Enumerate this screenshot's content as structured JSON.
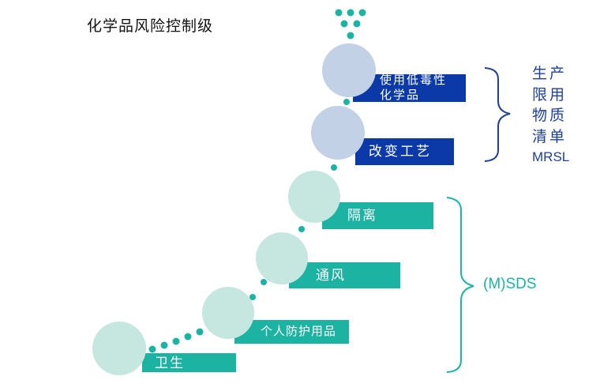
{
  "title": "化学品风险控制级",
  "steps": [
    {
      "label": "卫生"
    },
    {
      "label": "个人防护用品"
    },
    {
      "label": "通风"
    },
    {
      "label": "隔离"
    },
    {
      "label": "改变工艺"
    },
    {
      "label_line1": "使用低毒性",
      "label_line2": "化学品"
    }
  ],
  "mrsl_group": {
    "line1": "生产",
    "line2": "限用",
    "line3": "物质",
    "line4": "清单",
    "line5": "MRSL"
  },
  "msds_group": {
    "label": "(M)SDS"
  },
  "colors": {
    "teal": "#1db3a2",
    "teal_circle": "#c5e7df",
    "navy_bar": "#0b3aa8",
    "blue_circle": "#c2d1e6",
    "bracket_navy": "#1f3f9c",
    "bracket_teal": "#1db3a2"
  }
}
